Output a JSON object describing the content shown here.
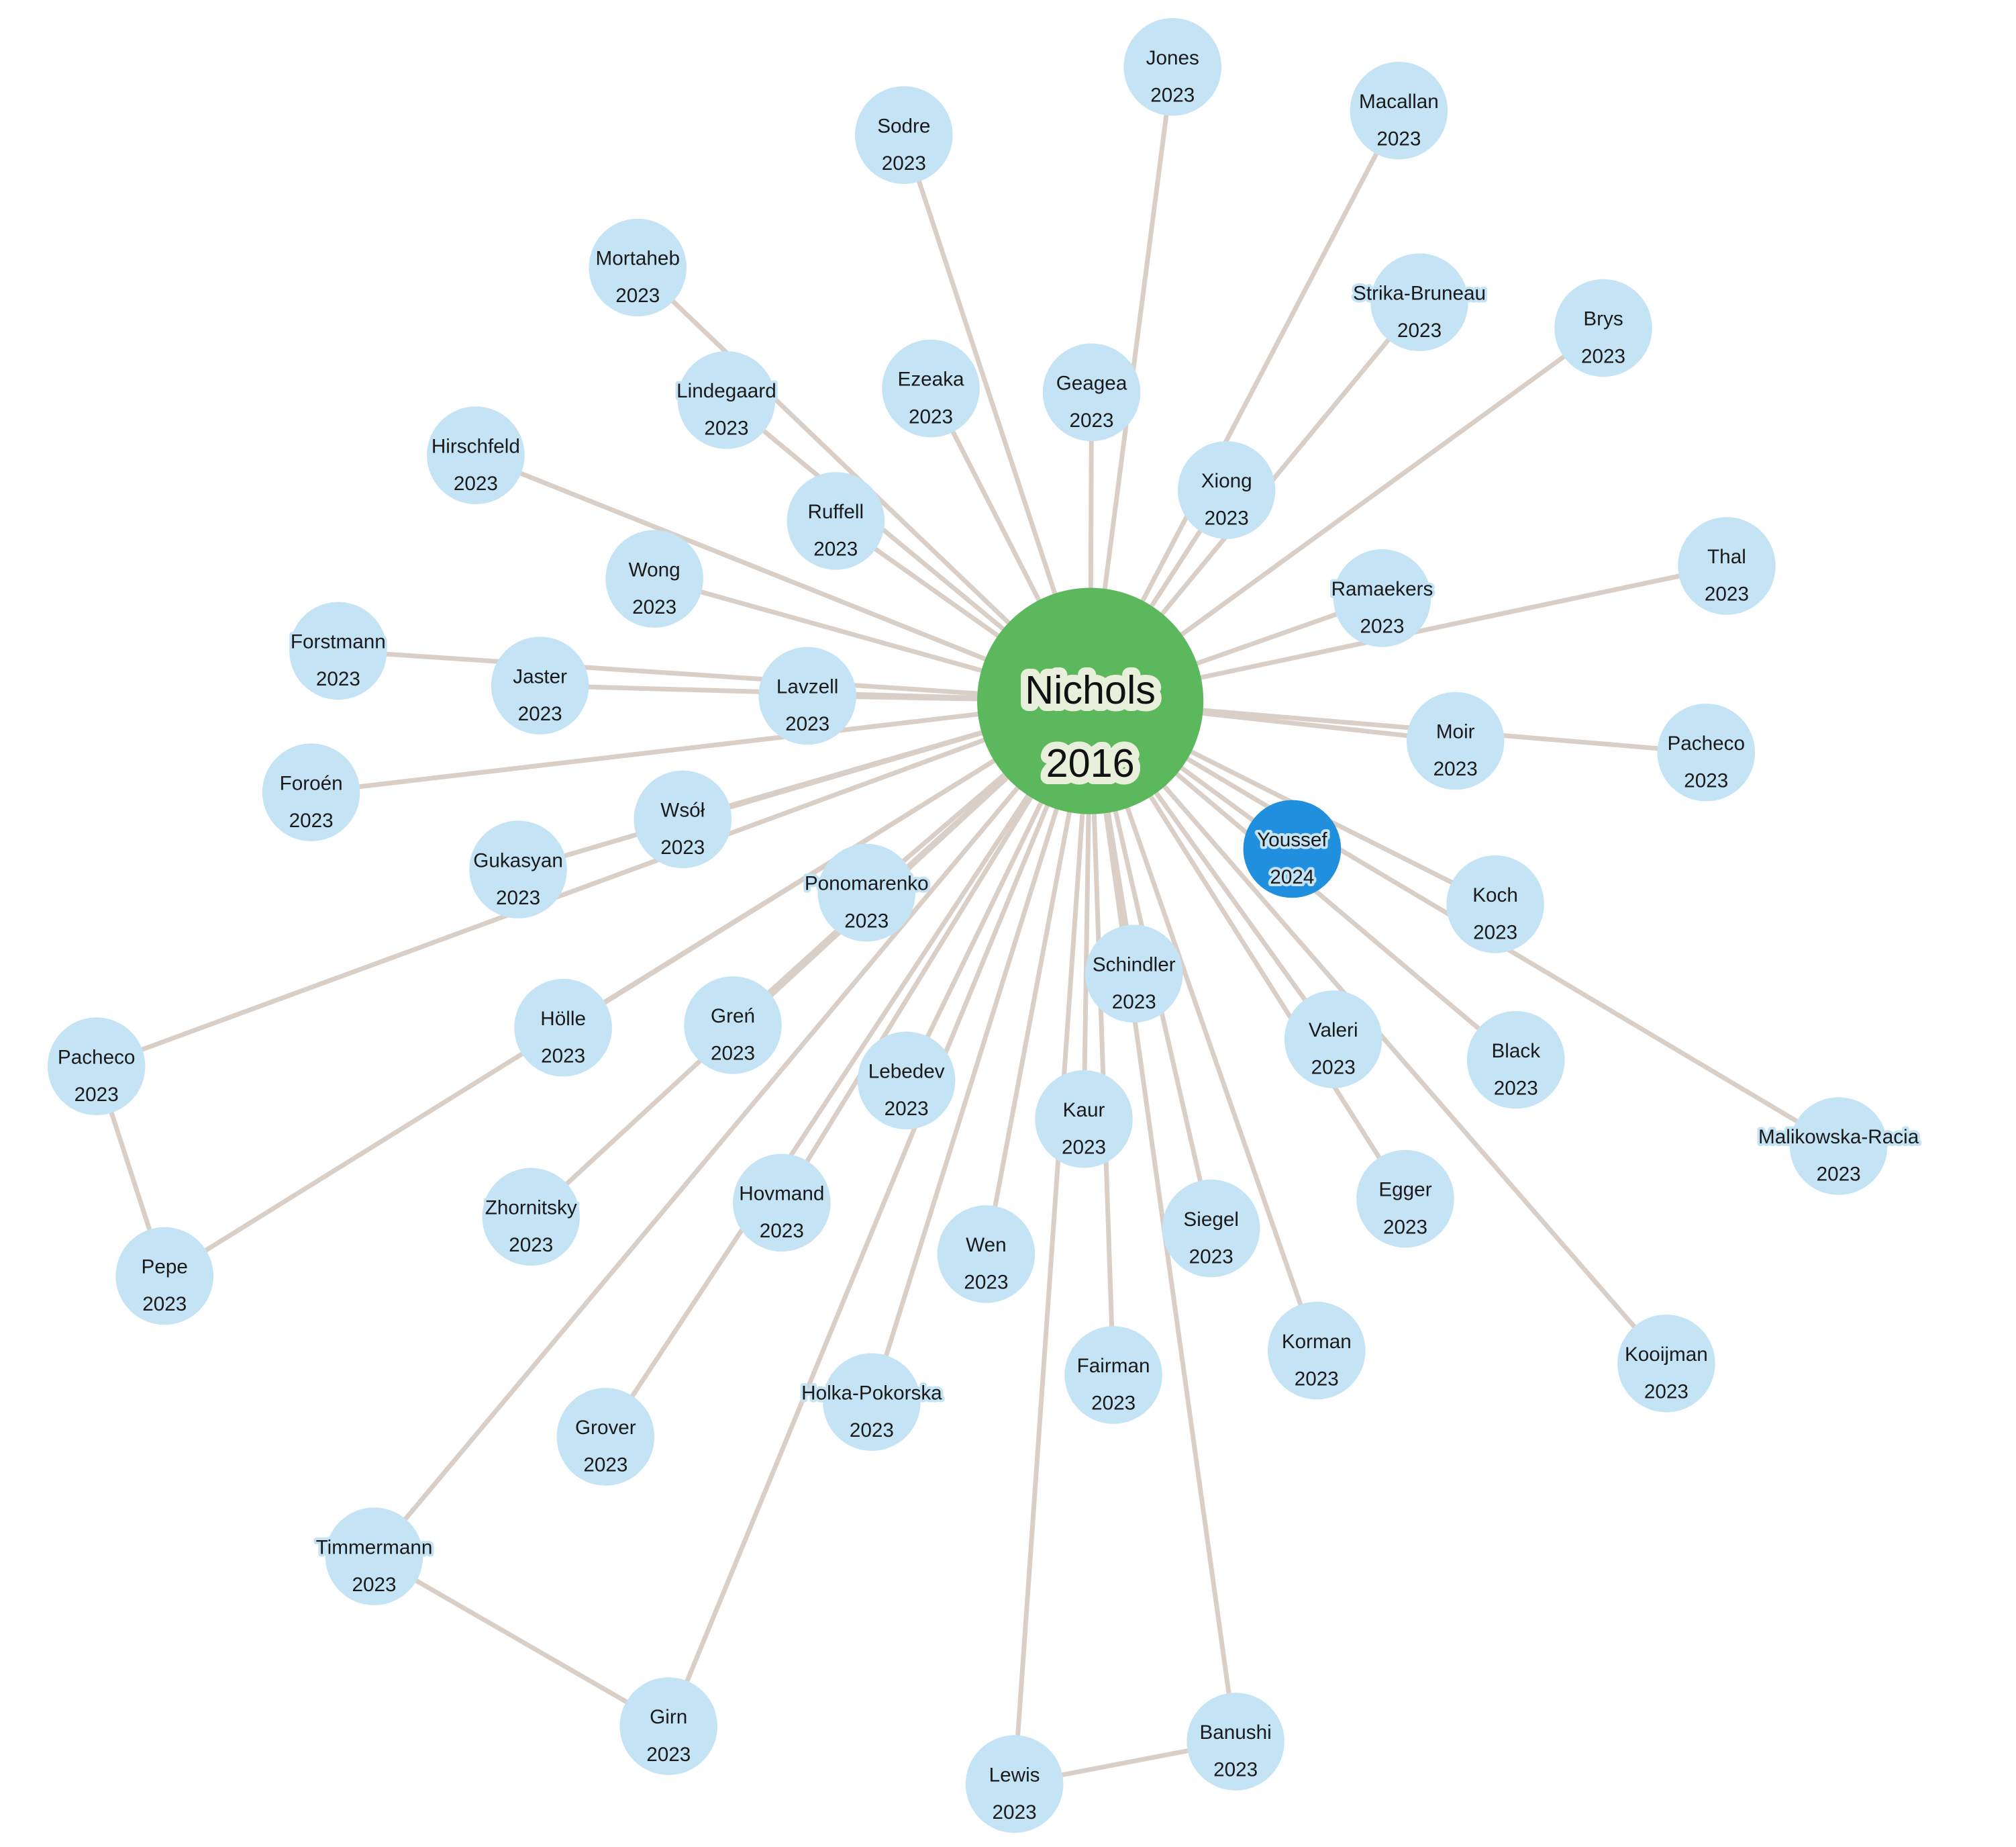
{
  "colors": {
    "edge": "#d9cfc6",
    "node": "#c4e4f6",
    "center_node": "#5cb85c",
    "center_node_label_bg": "#e8f0dc",
    "highlight_node": "#1f8fde"
  },
  "center": {
    "id": "nichols",
    "name": "Nichols",
    "year": "2016"
  },
  "nodes": [
    {
      "id": "jones",
      "name": "Jones",
      "year": "2023"
    },
    {
      "id": "macallan",
      "name": "Macallan",
      "year": "2023"
    },
    {
      "id": "sodre",
      "name": "Sodre",
      "year": "2023"
    },
    {
      "id": "mortaheb",
      "name": "Mortaheb",
      "year": "2023"
    },
    {
      "id": "strika",
      "name": "Strika-Bruneau",
      "year": "2023"
    },
    {
      "id": "brys",
      "name": "Brys",
      "year": "2023"
    },
    {
      "id": "lindegaard",
      "name": "Lindegaard",
      "year": "2023"
    },
    {
      "id": "ezeaka",
      "name": "Ezeaka",
      "year": "2023"
    },
    {
      "id": "geagea",
      "name": "Geagea",
      "year": "2023"
    },
    {
      "id": "hirschfeld",
      "name": "Hirschfeld",
      "year": "2023"
    },
    {
      "id": "xiong",
      "name": "Xiong",
      "year": "2023"
    },
    {
      "id": "ruffell",
      "name": "Ruffell",
      "year": "2023"
    },
    {
      "id": "thal",
      "name": "Thal",
      "year": "2023"
    },
    {
      "id": "wong",
      "name": "Wong",
      "year": "2023"
    },
    {
      "id": "ramaekers",
      "name": "Ramaekers",
      "year": "2023"
    },
    {
      "id": "forstmann",
      "name": "Forstmann",
      "year": "2023"
    },
    {
      "id": "jaster",
      "name": "Jaster",
      "year": "2023"
    },
    {
      "id": "lavzell",
      "name": "Lavzell",
      "year": "2023"
    },
    {
      "id": "moir",
      "name": "Moir",
      "year": "2023"
    },
    {
      "id": "pacheco_r",
      "name": "Pacheco",
      "year": "2023"
    },
    {
      "id": "foroen",
      "name": "Foroén",
      "year": "2023"
    },
    {
      "id": "wsol",
      "name": "Wsół",
      "year": "2023"
    },
    {
      "id": "youssef",
      "name": "Youssef",
      "year": "2024",
      "highlight": true
    },
    {
      "id": "gukasyan",
      "name": "Gukasyan",
      "year": "2023"
    },
    {
      "id": "ponomarenko",
      "name": "Ponomarenko",
      "year": "2023"
    },
    {
      "id": "koch",
      "name": "Koch",
      "year": "2023"
    },
    {
      "id": "schindler",
      "name": "Schindler",
      "year": "2023"
    },
    {
      "id": "holle",
      "name": "Hölle",
      "year": "2023"
    },
    {
      "id": "gren",
      "name": "Greń",
      "year": "2023"
    },
    {
      "id": "valeri",
      "name": "Valeri",
      "year": "2023"
    },
    {
      "id": "black",
      "name": "Black",
      "year": "2023"
    },
    {
      "id": "pacheco_l",
      "name": "Pacheco",
      "year": "2023"
    },
    {
      "id": "lebedev",
      "name": "Lebedev",
      "year": "2023"
    },
    {
      "id": "kaur",
      "name": "Kaur",
      "year": "2023"
    },
    {
      "id": "malikowska",
      "name": "Malikowska-Racia",
      "year": "2023"
    },
    {
      "id": "egger",
      "name": "Egger",
      "year": "2023"
    },
    {
      "id": "zhornitsky",
      "name": "Zhornitsky",
      "year": "2023"
    },
    {
      "id": "hovmand",
      "name": "Hovmand",
      "year": "2023"
    },
    {
      "id": "siegel",
      "name": "Siegel",
      "year": "2023"
    },
    {
      "id": "wen",
      "name": "Wen",
      "year": "2023"
    },
    {
      "id": "pepe",
      "name": "Pepe",
      "year": "2023"
    },
    {
      "id": "korman",
      "name": "Korman",
      "year": "2023"
    },
    {
      "id": "kooijman",
      "name": "Kooijman",
      "year": "2023"
    },
    {
      "id": "fairman",
      "name": "Fairman",
      "year": "2023"
    },
    {
      "id": "holka",
      "name": "Holka-Pokorska",
      "year": "2023"
    },
    {
      "id": "grover",
      "name": "Grover",
      "year": "2023"
    },
    {
      "id": "timmermann",
      "name": "Timmermann",
      "year": "2023"
    },
    {
      "id": "girn",
      "name": "Girn",
      "year": "2023"
    },
    {
      "id": "banushi",
      "name": "Banushi",
      "year": "2023"
    },
    {
      "id": "lewis",
      "name": "Lewis",
      "year": "2023"
    }
  ],
  "extra_edges": [
    {
      "source": "pacheco_l",
      "target": "pepe"
    },
    {
      "source": "timmermann",
      "target": "girn"
    },
    {
      "source": "lewis",
      "target": "banushi"
    }
  ]
}
